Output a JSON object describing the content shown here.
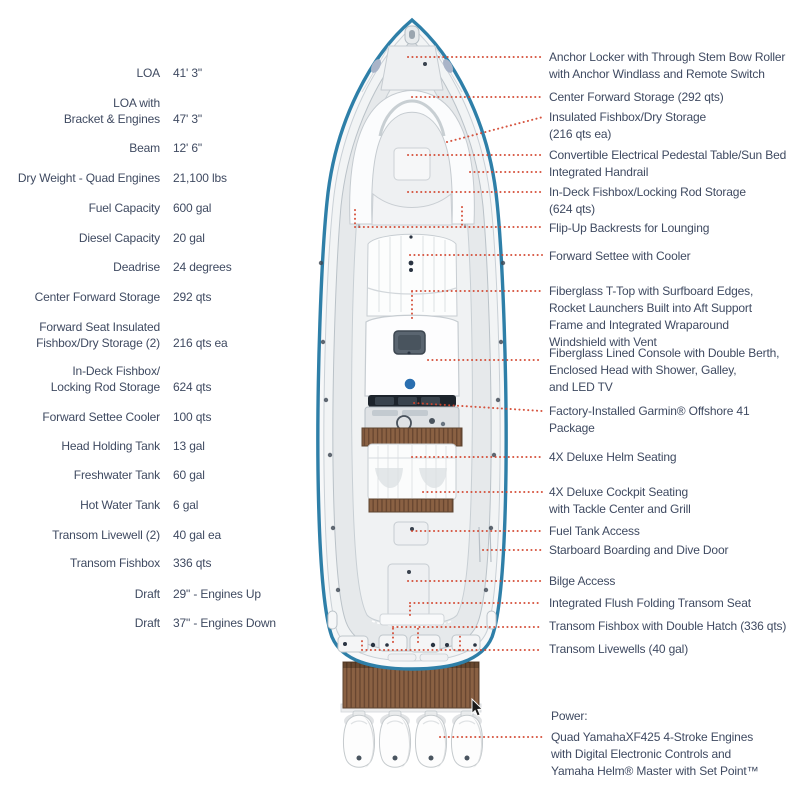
{
  "colors": {
    "text": "#3f4a61",
    "leader_line": "#d2452f",
    "hull_outline": "#2e7fa8",
    "teak": "#8a6143",
    "emblem_blue": "#2a6fb0"
  },
  "specs": {
    "rows": [
      {
        "label": "LOA",
        "value": "41' 3\""
      },
      {
        "label": "LOA with\nBracket & Engines",
        "value": "47' 3\""
      },
      {
        "label": "Beam",
        "value": "12' 6\""
      },
      {
        "label": "Dry Weight - Quad Engines",
        "value": "21,100 lbs"
      },
      {
        "label": "Fuel Capacity",
        "value": "600 gal"
      },
      {
        "label": "Diesel Capacity",
        "value": "20 gal"
      },
      {
        "label": "Deadrise",
        "value": "24 degrees"
      },
      {
        "label": "Center Forward Storage",
        "value": "292 qts"
      },
      {
        "label": "Forward Seat Insulated\nFishbox/Dry Storage (2)",
        "value": "216 qts ea"
      },
      {
        "label": "In-Deck Fishbox/\nLocking Rod Storage",
        "value": "624 qts"
      },
      {
        "label": "Forward Settee Cooler",
        "value": "100 qts"
      },
      {
        "label": "Head Holding Tank",
        "value": "13 gal"
      },
      {
        "label": "Freshwater Tank",
        "value": "60 gal"
      },
      {
        "label": "Hot Water Tank",
        "value": "6 gal"
      },
      {
        "label": "Transom Livewell (2)",
        "value": "40 gal ea"
      },
      {
        "label": "Transom Fishbox",
        "value": "336 qts"
      },
      {
        "label": "Draft",
        "value": "29\" - Engines Up"
      },
      {
        "label": "Draft",
        "value": "37\" - Engines Down"
      }
    ]
  },
  "callouts": [
    {
      "text": "Anchor Locker with Through Stem Bow Roller\nwith Anchor Windlass and Remote Switch"
    },
    {
      "text": "Center Forward Storage (292 qts)"
    },
    {
      "text": "Insulated Fishbox/Dry Storage\n(216 qts ea)"
    },
    {
      "text": "Convertible Electrical Pedestal Table/Sun Bed"
    },
    {
      "text": "Integrated Handrail"
    },
    {
      "text": "In-Deck Fishbox/Locking Rod Storage\n(624 qts)"
    },
    {
      "text": "Flip-Up Backrests for Lounging"
    },
    {
      "text": "Forward Settee with Cooler"
    },
    {
      "text": "Fiberglass T-Top with Surfboard Edges,\nRocket Launchers Built into Aft Support\nFrame and Integrated Wraparound\nWindshield with Vent"
    },
    {
      "text": "Fiberglass Lined Console with Double Berth,\nEnclosed Head with Shower, Galley,\nand LED TV"
    },
    {
      "text": "Factory-Installed Garmin® Offshore 41 Package"
    },
    {
      "text": "4X Deluxe Helm Seating"
    },
    {
      "text": "4X Deluxe Cockpit Seating\nwith Tackle Center and Grill"
    },
    {
      "text": "Fuel Tank Access"
    },
    {
      "text": "Starboard Boarding and Dive Door"
    },
    {
      "text": "Bilge Access"
    },
    {
      "text": "Integrated Flush Folding Transom Seat"
    },
    {
      "text": "Transom Fishbox with Double Hatch (336 qts)"
    },
    {
      "text": "Transom Livewells (40 gal)"
    }
  ],
  "power": {
    "heading": "Power:",
    "body": "Quad YamahaXF425 4-Stroke Engines\nwith Digital Electronic Controls and\nYamaha Helm® Master with Set Point™"
  }
}
